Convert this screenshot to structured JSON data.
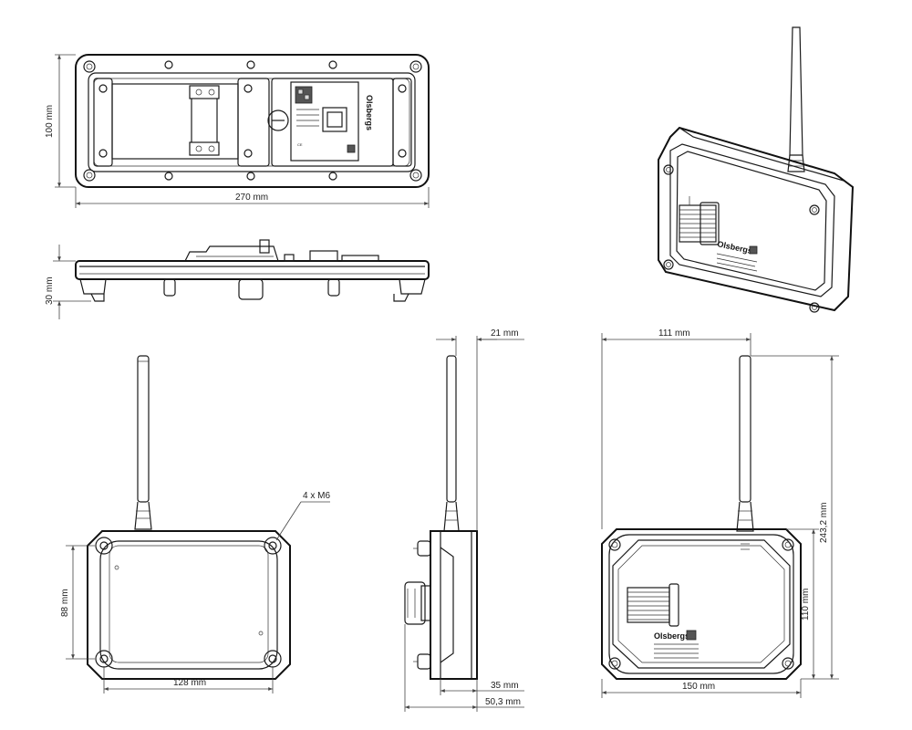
{
  "labels": {
    "top_width": "270 mm",
    "top_height": "100 mm",
    "side_height": "30 mm",
    "front_width": "128 mm",
    "front_height": "88 mm",
    "front_holes": "4 x M6",
    "profile_top": "21 mm",
    "profile_base": "35 mm",
    "profile_total": "50,3 mm",
    "rear_width": "111 mm",
    "rear_total_height": "243,2 mm",
    "rear_body_height": "110 mm",
    "rear_base_width": "150 mm"
  },
  "brand": "Olsbergs",
  "colors": {
    "line": "#1a1a1a",
    "background": "#ffffff"
  }
}
